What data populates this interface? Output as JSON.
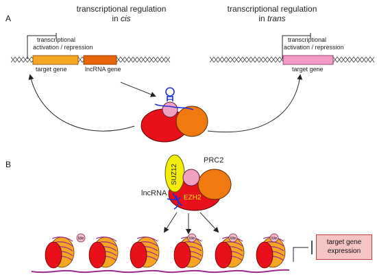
{
  "panels": {
    "a_label": "A",
    "b_label": "B"
  },
  "cis": {
    "title_line1": "transcriptional regulation",
    "title_line2_prefix": "in ",
    "title_line2_italic": "cis",
    "activation_line1": "transcriptional",
    "activation_line2": "activation / repression",
    "target_gene": "target gene",
    "lncrna_gene": "lncRNA gene"
  },
  "trans": {
    "title_line1": "transcriptional regulation",
    "title_line2_prefix": "in ",
    "title_line2_italic": "trans",
    "activation_line1": "transcriptional",
    "activation_line2": "activation / repression",
    "target_gene": "target gene"
  },
  "complex_b": {
    "prc2": "PRC2",
    "suz12": "SUZ12",
    "ezh2": "EZH2",
    "lncrna": "lncRNA"
  },
  "chromatin": {
    "me_label": "Me",
    "expression_line1": "target gene",
    "expression_line2": "expression"
  },
  "colors": {
    "orange_gene": "#f5a623",
    "lncrna_gene": "#e8640a",
    "pink_gene": "#f49ac8",
    "red": "#e8101a",
    "orange_sub": "#f07a10",
    "pink_sub": "#f0a0c0",
    "yellow": "#f4ec0a",
    "rna_blue": "#1e2fd6",
    "linker": "#9b2a8c",
    "box_fill": "#f7c4c4"
  }
}
